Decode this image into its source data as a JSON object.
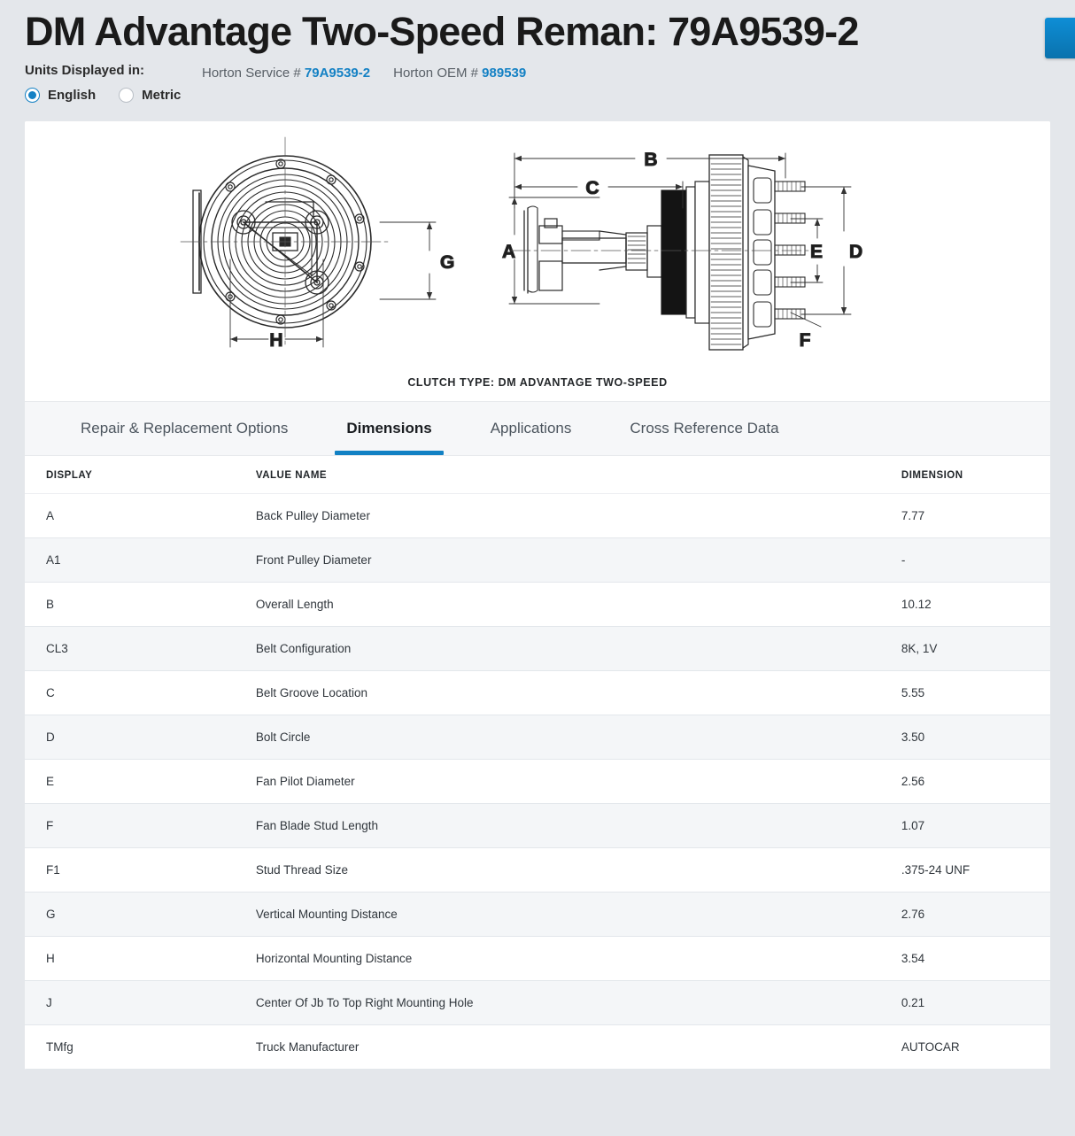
{
  "header": {
    "title": "DM Advantage Two-Speed Reman: 79A9539-2",
    "units_label": "Units Displayed in:",
    "units_options": [
      {
        "label": "English",
        "selected": true
      },
      {
        "label": "Metric",
        "selected": false
      }
    ],
    "part_numbers": [
      {
        "label": "Horton Service #",
        "value": "79A9539-2"
      },
      {
        "label": "Horton OEM #",
        "value": "989539"
      }
    ],
    "accent_color": "#1481c4"
  },
  "drawing": {
    "caption": "CLUTCH TYPE: DM ADVANTAGE TWO-SPEED",
    "callouts": [
      "A",
      "B",
      "C",
      "D",
      "E",
      "F",
      "G",
      "H"
    ]
  },
  "tabs": [
    {
      "label": "Repair & Replacement Options",
      "active": false
    },
    {
      "label": "Dimensions",
      "active": true
    },
    {
      "label": "Applications",
      "active": false
    },
    {
      "label": "Cross Reference Data",
      "active": false
    }
  ],
  "table": {
    "columns": [
      "DISPLAY",
      "VALUE NAME",
      "DIMENSION"
    ],
    "rows": [
      {
        "display": "A",
        "value_name": "Back Pulley Diameter",
        "dimension": "7.77"
      },
      {
        "display": "A1",
        "value_name": "Front Pulley Diameter",
        "dimension": "-"
      },
      {
        "display": "B",
        "value_name": "Overall Length",
        "dimension": "10.12"
      },
      {
        "display": "CL3",
        "value_name": "Belt Configuration",
        "dimension": "8K, 1V"
      },
      {
        "display": "C",
        "value_name": "Belt Groove Location",
        "dimension": "5.55"
      },
      {
        "display": "D",
        "value_name": "Bolt Circle",
        "dimension": "3.50"
      },
      {
        "display": "E",
        "value_name": "Fan Pilot Diameter",
        "dimension": "2.56"
      },
      {
        "display": "F",
        "value_name": "Fan Blade Stud Length",
        "dimension": "1.07"
      },
      {
        "display": "F1",
        "value_name": "Stud Thread Size",
        "dimension": ".375-24 UNF"
      },
      {
        "display": "G",
        "value_name": "Vertical Mounting Distance",
        "dimension": "2.76"
      },
      {
        "display": "H",
        "value_name": "Horizontal Mounting Distance",
        "dimension": "3.54"
      },
      {
        "display": "J",
        "value_name": "Center Of Jb To Top Right Mounting Hole",
        "dimension": "0.21"
      },
      {
        "display": "TMfg",
        "value_name": "Truck Manufacturer",
        "dimension": "AUTOCAR"
      }
    ]
  }
}
